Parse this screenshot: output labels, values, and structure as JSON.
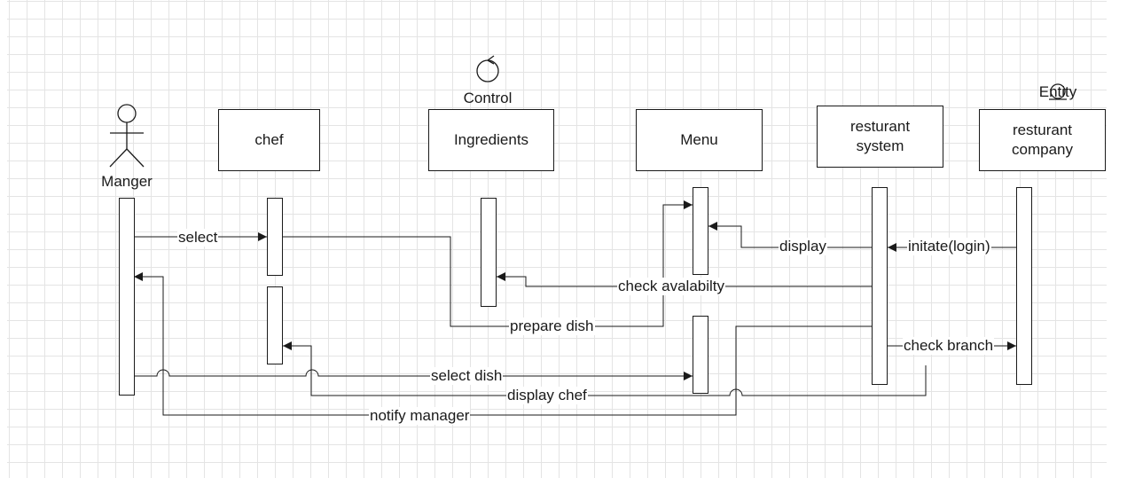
{
  "diagram": {
    "actor": {
      "label": "Manger"
    },
    "objects": {
      "chef": "chef",
      "ingredients": "Ingredients",
      "menu": "Menu",
      "system": "resturant\nsystem",
      "company": "resturant\ncompany"
    },
    "stereotypes": {
      "control": "Control",
      "entity": "Entity"
    },
    "messages": {
      "select": "select",
      "display": "display",
      "initiate": "initate(login)",
      "check_availability": "check avalabilty",
      "prepare_dish": "prepare dish",
      "check_branch": "check branch",
      "select_dish": "select dish",
      "display_chef": "display chef",
      "notify_manager": "notify manager"
    }
  }
}
